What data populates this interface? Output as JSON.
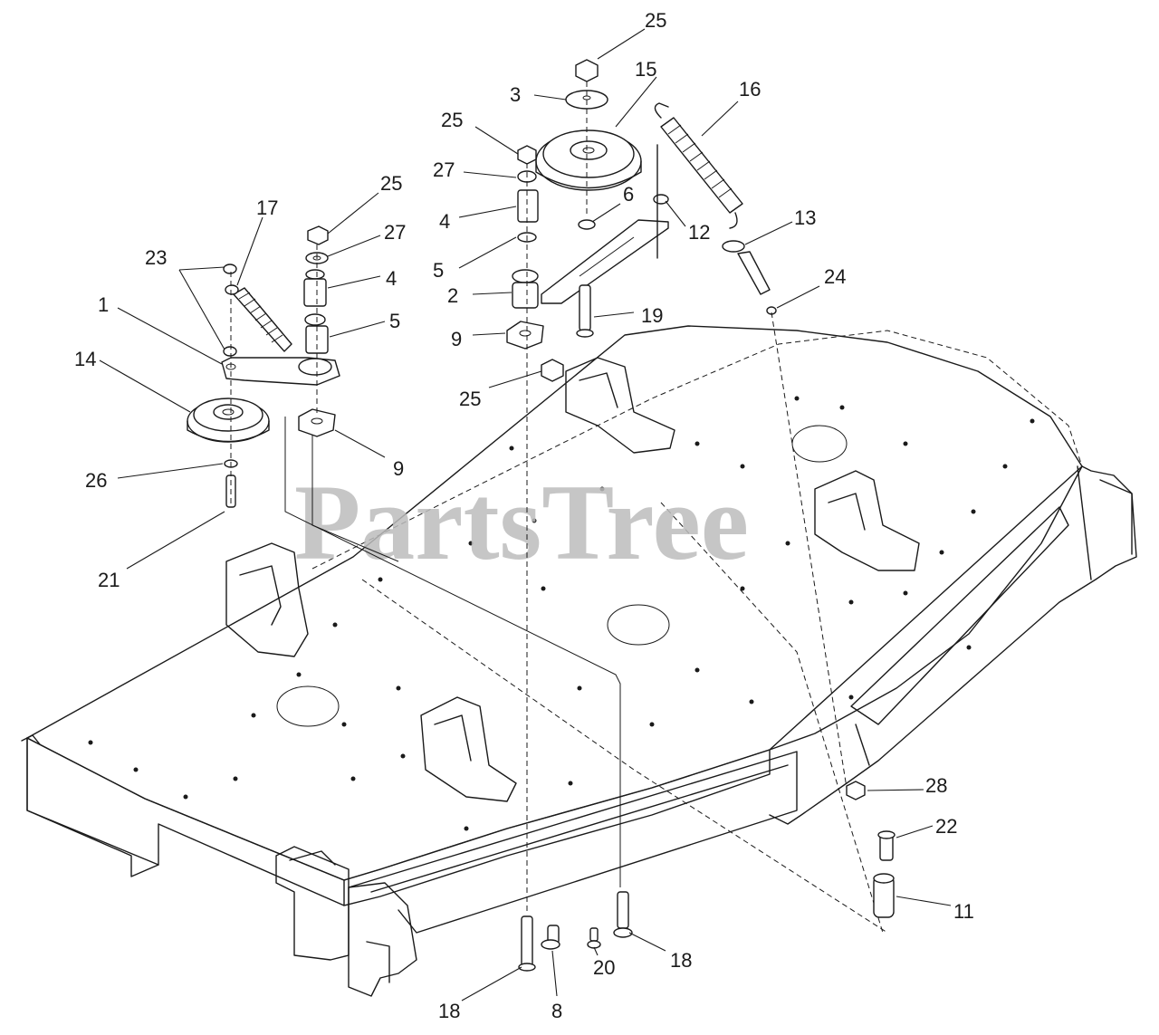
{
  "watermark": "PartsTree",
  "callouts": [
    {
      "id": "c25a",
      "label": "25"
    },
    {
      "id": "c3",
      "label": "3"
    },
    {
      "id": "c15",
      "label": "15"
    },
    {
      "id": "c16",
      "label": "16"
    },
    {
      "id": "c25b",
      "label": "25"
    },
    {
      "id": "c27a",
      "label": "27"
    },
    {
      "id": "c4a",
      "label": "4"
    },
    {
      "id": "c6",
      "label": "6"
    },
    {
      "id": "c12",
      "label": "12"
    },
    {
      "id": "c13",
      "label": "13"
    },
    {
      "id": "c5a",
      "label": "5"
    },
    {
      "id": "c2",
      "label": "2"
    },
    {
      "id": "c24",
      "label": "24"
    },
    {
      "id": "c19",
      "label": "19"
    },
    {
      "id": "c9a",
      "label": "9"
    },
    {
      "id": "c25c",
      "label": "25"
    },
    {
      "id": "c25d",
      "label": "25"
    },
    {
      "id": "c17",
      "label": "17"
    },
    {
      "id": "c27b",
      "label": "27"
    },
    {
      "id": "c23",
      "label": "23"
    },
    {
      "id": "c4b",
      "label": "4"
    },
    {
      "id": "c1",
      "label": "1"
    },
    {
      "id": "c5b",
      "label": "5"
    },
    {
      "id": "c14",
      "label": "14"
    },
    {
      "id": "c9b",
      "label": "9"
    },
    {
      "id": "c26",
      "label": "26"
    },
    {
      "id": "c21",
      "label": "21"
    },
    {
      "id": "c28",
      "label": "28"
    },
    {
      "id": "c22",
      "label": "22"
    },
    {
      "id": "c11",
      "label": "11"
    },
    {
      "id": "c20",
      "label": "20"
    },
    {
      "id": "c18a",
      "label": "18"
    },
    {
      "id": "c18b",
      "label": "18"
    },
    {
      "id": "c8",
      "label": "8"
    }
  ]
}
